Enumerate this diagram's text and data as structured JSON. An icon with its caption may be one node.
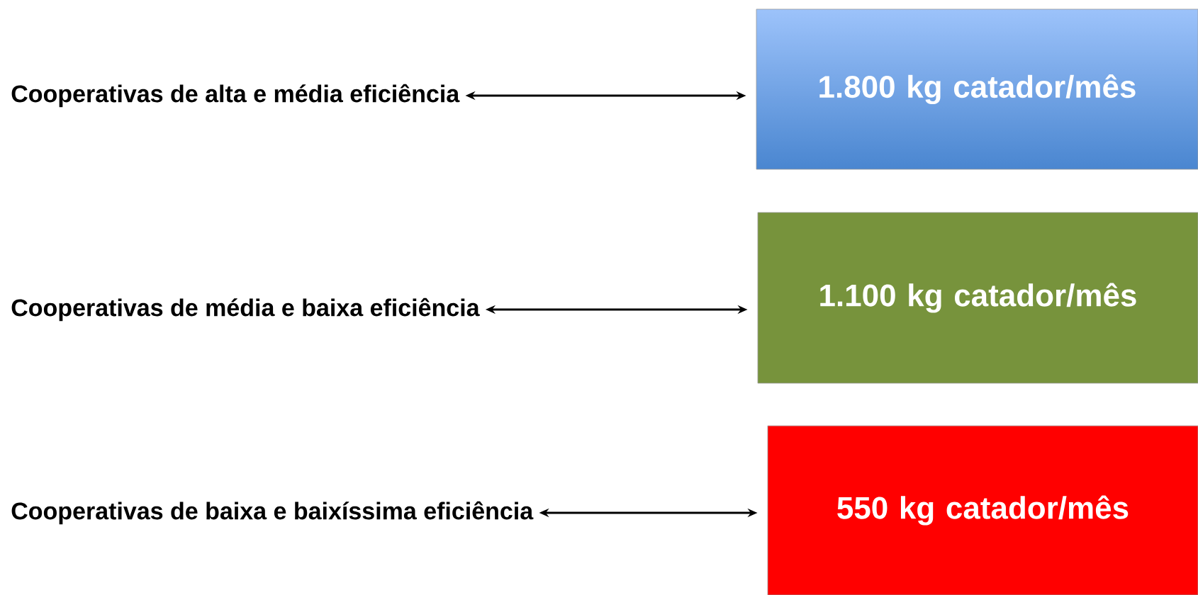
{
  "diagram": {
    "nodes": [
      {
        "text": [
          "Cooperativas de alta e média eficiência"
        ]
      },
      {
        "text": [
          "1.800 kg catador/mês"
        ]
      },
      {
        "text": [
          "Cooperativas de média e baixa eficiência"
        ]
      },
      {
        "text": [
          "1.100 kg catador/mês"
        ]
      },
      {
        "text": [
          "Cooperativas de baixa e baixíssima eficiência"
        ]
      },
      {
        "text": [
          "550 kg catador/mês"
        ]
      }
    ],
    "edges": [
      {
        "from": 0,
        "to": 1,
        "arrow": "both"
      },
      {
        "from": 2,
        "to": 3,
        "arrow": "both"
      },
      {
        "from": 4,
        "to": 5,
        "arrow": "both"
      }
    ]
  }
}
